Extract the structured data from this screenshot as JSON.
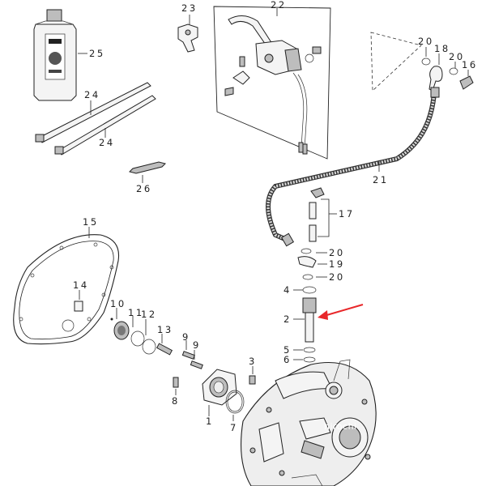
{
  "watermark": "hirochi",
  "colors": {
    "arrow": "#e8272a",
    "line": "#222222"
  },
  "labels": {
    "l25": "25",
    "l24a": "24",
    "l24b": "24",
    "l26": "26",
    "l23": "23",
    "l22": "22",
    "l20a": "20",
    "l18": "18",
    "l20b": "20",
    "l16": "16",
    "l21": "21",
    "l17": "17",
    "l20c": "20",
    "l19": "19",
    "l20d": "20",
    "l4": "4",
    "l2": "2",
    "l5": "5",
    "l6": "6",
    "l15": "15",
    "l14": "14",
    "l10": "10",
    "l11": "11",
    "l12": "12",
    "l13": "13",
    "l9a": "9",
    "l9b": "9",
    "l3": "3",
    "l8": "8",
    "l1": "1",
    "l7": "7"
  }
}
